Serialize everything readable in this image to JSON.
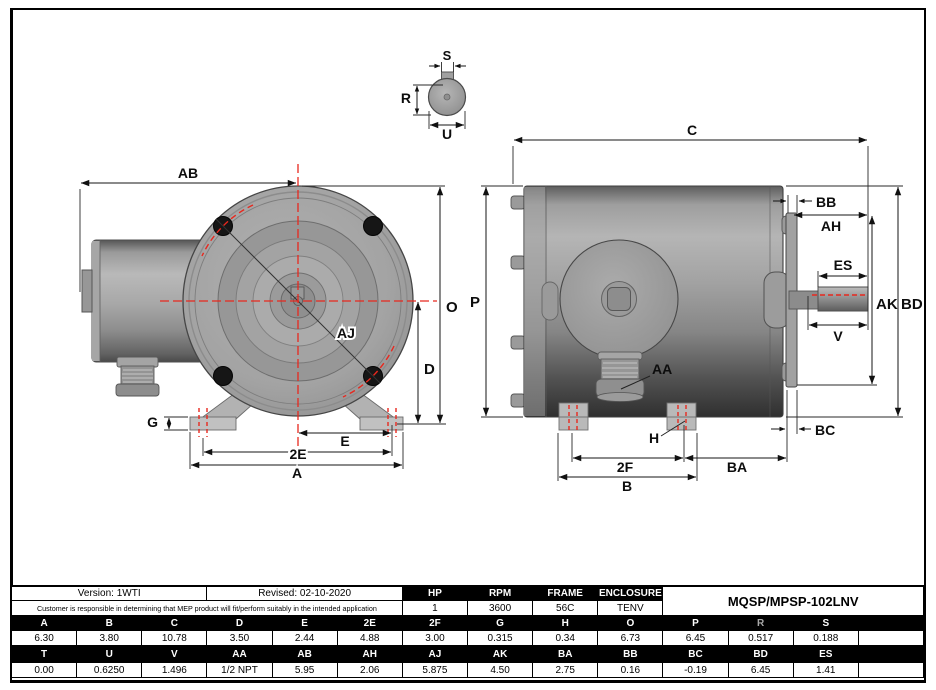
{
  "info_table": {
    "version_label": "Version: 1WTI",
    "revised_label": "Revised: 02-10-2020",
    "disclaimer": "Customer is responsible in determining that MEP product will fit/perform suitably in the intended application",
    "specs": [
      {
        "label": "HP",
        "value": "1"
      },
      {
        "label": "RPM",
        "value": "3600"
      },
      {
        "label": "FRAME",
        "value": "56C"
      },
      {
        "label": "ENCLOSURE",
        "value": "TENV"
      }
    ],
    "model": "MQSP/MPSP-102LNV"
  },
  "dim_table": {
    "muted_headers": [
      "R"
    ],
    "rows": [
      {
        "headers": [
          "A",
          "B",
          "C",
          "D",
          "E",
          "2E",
          "2F",
          "G",
          "H",
          "O",
          "P",
          "R",
          "S",
          ""
        ],
        "values": [
          "6.30",
          "3.80",
          "10.78",
          "3.50",
          "2.44",
          "4.88",
          "3.00",
          "0.315",
          "0.34",
          "6.73",
          "6.45",
          "0.517",
          "0.188",
          ""
        ]
      },
      {
        "headers": [
          "T",
          "U",
          "V",
          "AA",
          "AB",
          "AH",
          "AJ",
          "AK",
          "BA",
          "BB",
          "BC",
          "BD",
          "ES",
          ""
        ],
        "values": [
          "0.00",
          "0.6250",
          "1.496",
          "1/2 NPT",
          "5.95",
          "2.06",
          "5.875",
          "4.50",
          "2.75",
          "0.16",
          "-0.19",
          "6.45",
          "1.41",
          ""
        ]
      }
    ]
  },
  "drawing": {
    "labels": {
      "AB": "AB",
      "O": "O",
      "D": "D",
      "G": "G",
      "E": "E",
      "2E": "2E",
      "A": "A",
      "AJ": "AJ",
      "C": "C",
      "P": "P",
      "BB": "BB",
      "AH": "AH",
      "ES": "ES",
      "AK": "AK",
      "BD": "BD",
      "V": "V",
      "AA": "AA",
      "H": "H",
      "BC": "BC",
      "BA": "BA",
      "2F": "2F",
      "B": "B",
      "S": "S",
      "R": "R",
      "U": "U"
    }
  },
  "colors": {
    "centerline_red": "#e8281e",
    "dimension_line": "#151515",
    "body_gray": "#9e9e9e",
    "table_header_bg": "#000000"
  }
}
